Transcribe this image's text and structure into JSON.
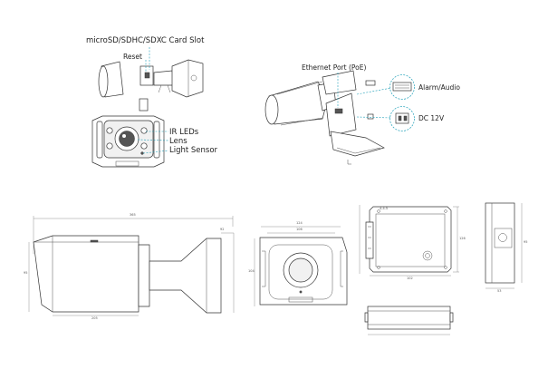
{
  "callouts": {
    "card_slot": "microSD/SDHC/SDXC Card Slot",
    "reset": "Reset",
    "ethernet": "Ethernet Port (PoE)",
    "alarm_audio": "Alarm/Audio",
    "dc12v": "DC 12V",
    "ir_leds": "IR LEDs",
    "lens": "Lens",
    "light_sensor": "Light Sensor"
  },
  "dimensions": {
    "side_total": "365",
    "side_height": "95",
    "side_base": "205",
    "side_mount_w": "92",
    "front_width_outer": "124",
    "front_width_inner": "106",
    "front_height": "104",
    "box_top_width": "102",
    "box_hole": "4-4.5",
    "box_height": "126",
    "box_side_a": "95",
    "box_side_b": "53"
  }
}
